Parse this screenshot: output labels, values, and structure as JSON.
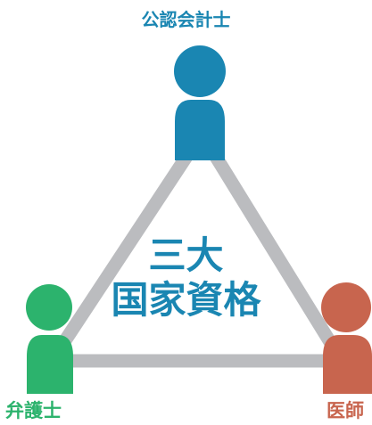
{
  "colors": {
    "background": "#ffffff",
    "triangle": "#bbbcbf",
    "top_person": "#1a86b2",
    "left_person": "#2cb36d",
    "right_person": "#c8654e",
    "center_text": "#1a86b2"
  },
  "nodes": {
    "top": {
      "label": "公認会計士",
      "icon": "person-icon"
    },
    "left": {
      "label": "弁護士",
      "icon": "person-icon"
    },
    "right": {
      "label": "医師",
      "icon": "person-icon"
    }
  },
  "center": {
    "line1": "三大",
    "line2": "国家資格"
  }
}
